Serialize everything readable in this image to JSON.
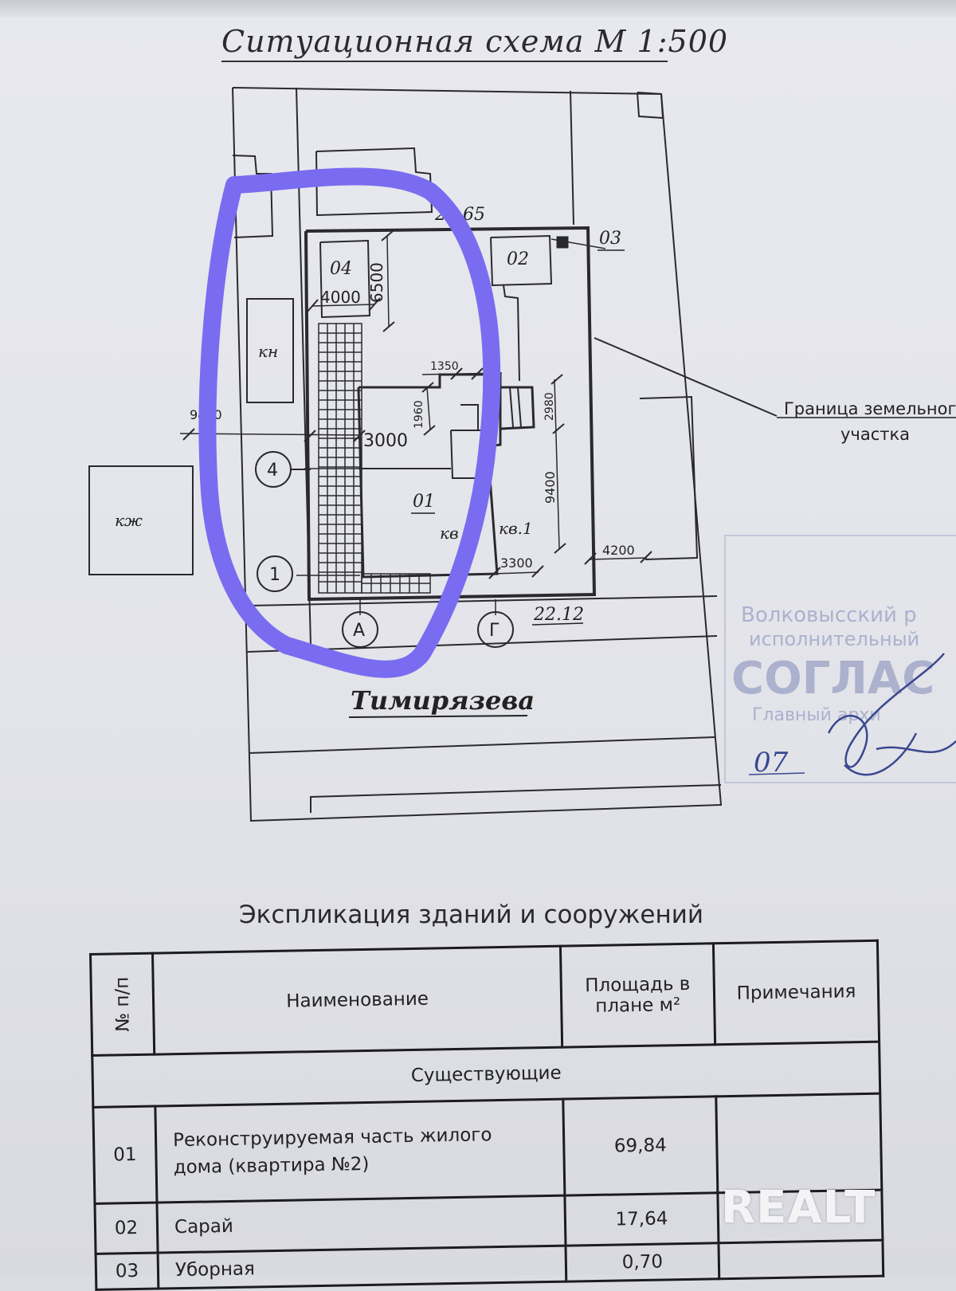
{
  "title": "Ситуационная схема М 1:500",
  "plan": {
    "street": "Тимирязева",
    "boundary_label_line1": "Граница земельного",
    "boundary_label_line2": "участка",
    "structures": [
      "04",
      "02",
      "03",
      "01",
      "кн",
      "кж",
      "кв.1"
    ],
    "partial_label": "кв",
    "elevations": [
      "21.65",
      "22.12"
    ],
    "dimensions": [
      "4000",
      "6500",
      "1350",
      "1960",
      "3000",
      "2980",
      "9400",
      "3300",
      "4200",
      "9400"
    ],
    "axis_markers": [
      "4",
      "1",
      "А",
      "Г"
    ]
  },
  "stamp": {
    "line1": "Волковысский р",
    "line2": "исполнительный",
    "line3": "СОГЛАС",
    "line4": "Главный архи",
    "handwritten_date": "07"
  },
  "explication": {
    "title": "Экспликация зданий и сооружений",
    "headers": {
      "num": "№ п/п",
      "name": "Наименование",
      "area_line1": "Площадь в",
      "area_line2": "плане м²",
      "notes": "Примечания"
    },
    "section": "Существующие",
    "rows": [
      {
        "num": "01",
        "name_line1": "Реконструируемая часть жилого",
        "name_line2": "дома (квартира №2)",
        "area": "69,84",
        "notes": ""
      },
      {
        "num": "02",
        "name_line1": "Сарай",
        "name_line2": "",
        "area": "17,64",
        "notes": ""
      },
      {
        "num": "03",
        "name_line1": "Уборная",
        "name_line2": "",
        "area": "0,70",
        "notes": ""
      }
    ]
  },
  "watermark": "REALT",
  "colors": {
    "annotation": "#7a6cf0",
    "ink": "#222222",
    "stamp": "#9aa0c4"
  }
}
